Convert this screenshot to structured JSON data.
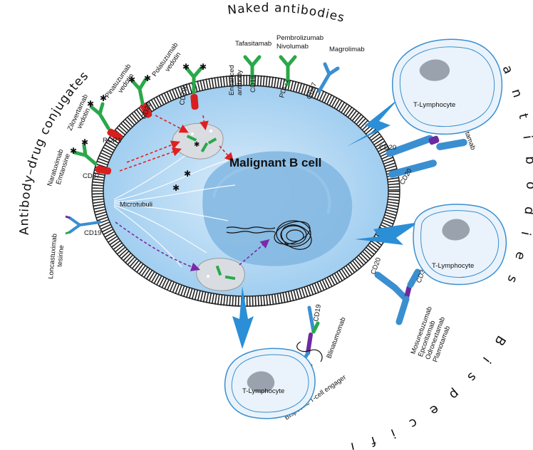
{
  "groups": {
    "adc": "Antibody–drug conjugates",
    "naked": "Naked antibodies",
    "bispecific": "Bispecific antibodies"
  },
  "cell": {
    "title": "Malignant B cell",
    "microtubuli": "Microtubuli"
  },
  "adc_drugs": {
    "zilovertamab": [
      "Zilovertamab",
      "vedotin"
    ],
    "pinatuzumab": [
      "Pinatuzumab",
      "vedotin"
    ],
    "polatuzumab": [
      "Polatuzumab",
      "vedotin"
    ],
    "naratuximab": [
      "Naratuximab",
      "Emtansine"
    ],
    "loncastuximab": [
      "Loncastuximab",
      "tesirine"
    ]
  },
  "adc_targets": {
    "ror1": "ROR1",
    "cd22": "CD22",
    "cd79b": "CD79b",
    "cd37": "CD37",
    "cd19": "CD19"
  },
  "naked_drugs": {
    "tafasitamab": "Tafasitamab",
    "enhanced": [
      "Enhanced",
      "antibody"
    ],
    "pembrolizumab": [
      "Pembrolizumab",
      "Nivolumab"
    ],
    "magrolimab": "Magrolimab"
  },
  "naked_targets": {
    "cd19": "CD19",
    "pdl1": "PDL-1",
    "cd47": "CD47"
  },
  "bispecific_drugs": {
    "glofitamab": "Glofitamab",
    "mosunetuzumab_group": [
      "Mosunetuzumab",
      "Epcoritamab",
      "Odronextamab",
      "Plamotamab"
    ],
    "blinatumomab": "Blinatumomab",
    "engager": "Bispecific T-cell engager"
  },
  "bispecific_targets": {
    "cd20": "CD20",
    "cd3": "CD3",
    "cd19": "CD19"
  },
  "tcell": "T-Lymphocyte",
  "colors": {
    "cell_fill": "#bcdcf2",
    "nucleus_fill": "#84b8e2",
    "membrane": "#222222",
    "antibody_green": "#2aa84a",
    "antibody_blue": "#3a8fd0",
    "antibody_red": "#d81e1e",
    "linker_purple": "#6c2aa0",
    "arrow_red": "#e02020",
    "arrow_purple": "#7a2aa8",
    "lightning": "#2a8fd6",
    "tcell_fill": "#eaf3fb",
    "drug_star": "#2b7fc4"
  }
}
